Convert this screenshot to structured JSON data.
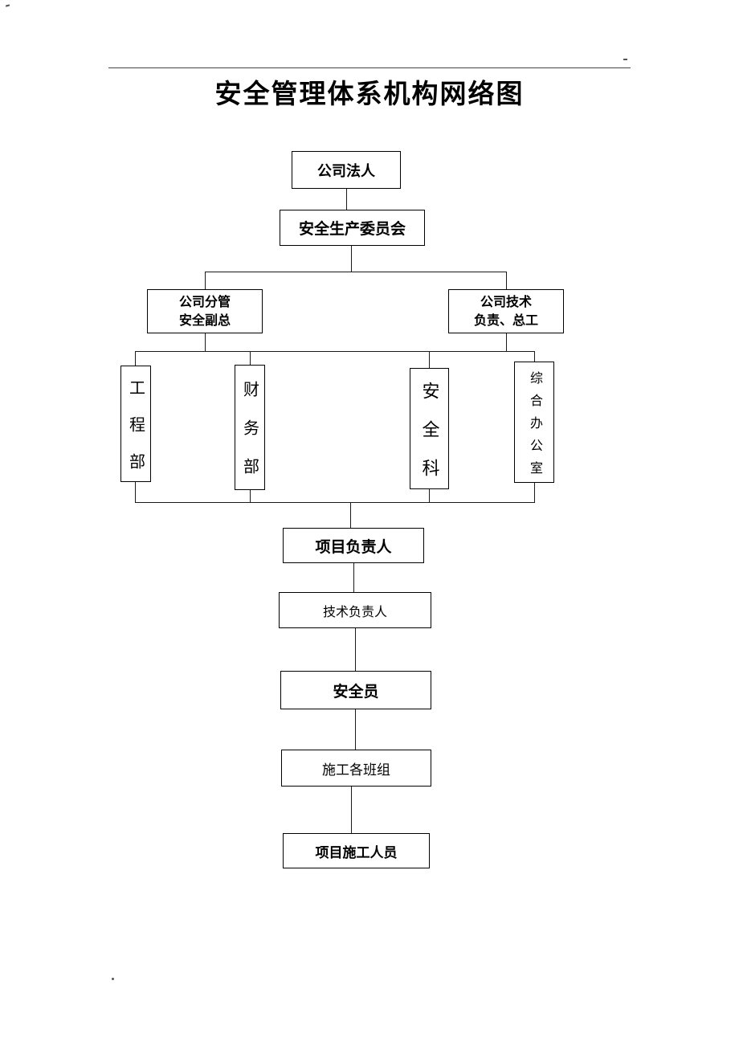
{
  "document": {
    "title": "安全管理体系机构网络图"
  },
  "nodes": {
    "legal_person": {
      "label": "公司法人"
    },
    "safety_committee": {
      "label": "安全生产委员会"
    },
    "deputy_safety": {
      "label": "公司分管\n安全副总"
    },
    "tech_chief": {
      "label": "公司技术\n负责、总工"
    },
    "engineering_dept": {
      "label": "工程部"
    },
    "finance_dept": {
      "label": "财务部"
    },
    "safety_section": {
      "label": "安全科"
    },
    "admin_office": {
      "label": "综合办公室"
    },
    "project_leader": {
      "label": "项目负责人"
    },
    "technical_leader": {
      "label": "技术负责人"
    },
    "safety_officer": {
      "label": "安全员"
    },
    "construction_crews": {
      "label": "施工各班组"
    },
    "project_workers": {
      "label": "项目施工人员"
    }
  }
}
